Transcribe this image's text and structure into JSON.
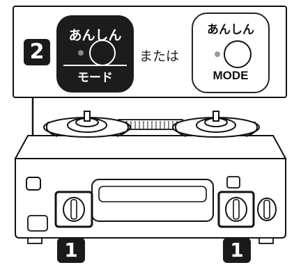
{
  "callout": {
    "step_number": "2",
    "primary_button": {
      "top_label": "あんしん",
      "bottom_label": "モード"
    },
    "connector_text": "または",
    "alternate_button": {
      "top_label": "あんしん",
      "bottom_label": "MODE"
    }
  },
  "burner_knob_markers": {
    "left": "1",
    "right": "1"
  },
  "colors": {
    "outline": "#1a1a1a",
    "panel": "#ffffff",
    "dark_button": "#1c1c1c"
  }
}
